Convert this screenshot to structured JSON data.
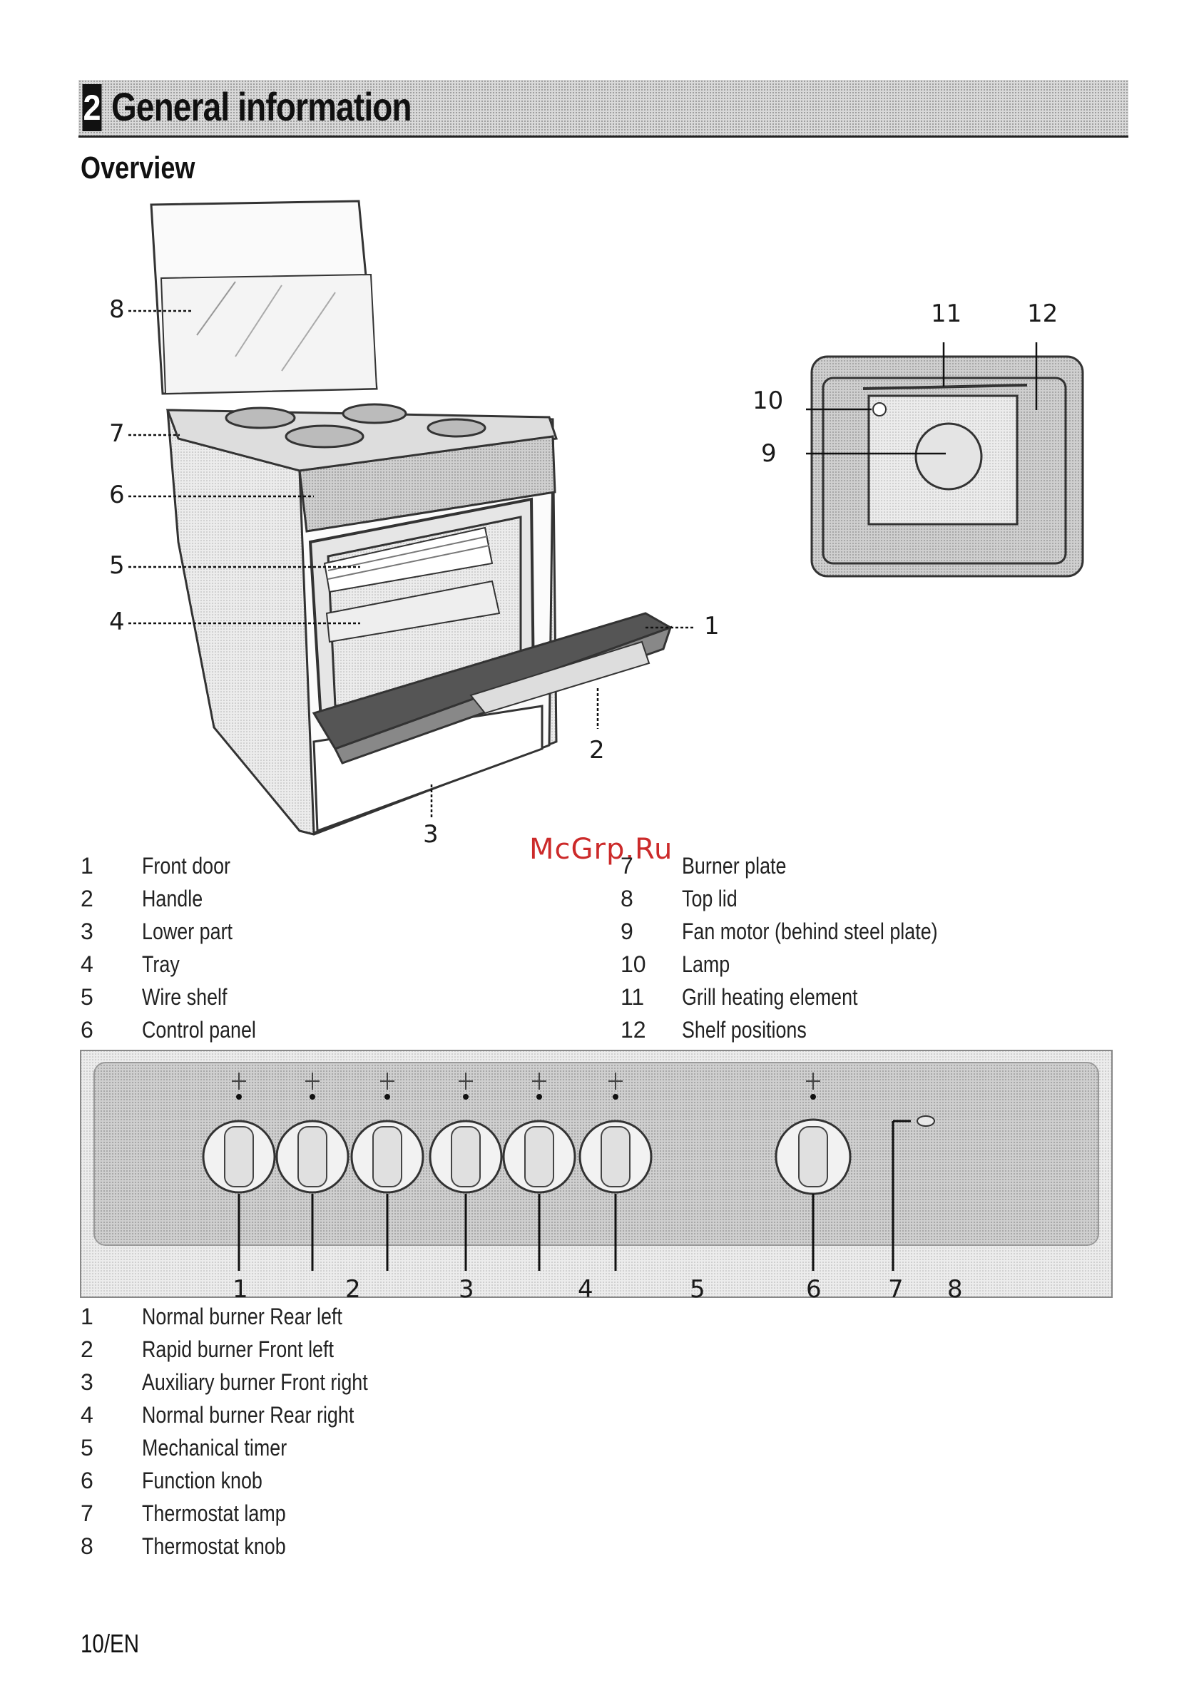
{
  "header": {
    "section_number": "2",
    "section_title": "General information"
  },
  "overview": {
    "title": "Overview"
  },
  "watermark": "McGrp.Ru",
  "diagram_labels": {
    "cooker": [
      "8",
      "7",
      "6",
      "5",
      "4",
      "1",
      "2",
      "3"
    ],
    "oven": [
      "11",
      "12",
      "10",
      "9"
    ],
    "panel": [
      "1",
      "2",
      "3",
      "4",
      "5",
      "6",
      "7",
      "8"
    ]
  },
  "parts_left": [
    {
      "num": "1",
      "text": "Front door"
    },
    {
      "num": "2",
      "text": "Handle"
    },
    {
      "num": "3",
      "text": "Lower part"
    },
    {
      "num": "4",
      "text": "Tray"
    },
    {
      "num": "5",
      "text": "Wire shelf"
    },
    {
      "num": "6",
      "text": "Control panel"
    }
  ],
  "parts_right": [
    {
      "num": "7",
      "text": "Burner plate"
    },
    {
      "num": "8",
      "text": "Top lid"
    },
    {
      "num": "9",
      "text": "Fan motor (behind steel plate)"
    },
    {
      "num": "10",
      "text": "Lamp"
    },
    {
      "num": "11",
      "text": "Grill heating element"
    },
    {
      "num": "12",
      "text": "Shelf positions"
    }
  ],
  "controls": [
    {
      "num": "1",
      "text": "Normal burner Rear left"
    },
    {
      "num": "2",
      "text": "Rapid burner Front left"
    },
    {
      "num": "3",
      "text": "Auxiliary burner Front right"
    },
    {
      "num": "4",
      "text": "Normal burner Rear right"
    },
    {
      "num": "5",
      "text": "Mechanical timer"
    },
    {
      "num": "6",
      "text": "Function knob"
    },
    {
      "num": "7",
      "text": "Thermostat lamp"
    },
    {
      "num": "8",
      "text": "Thermostat knob"
    }
  ],
  "page_number": "10/EN"
}
